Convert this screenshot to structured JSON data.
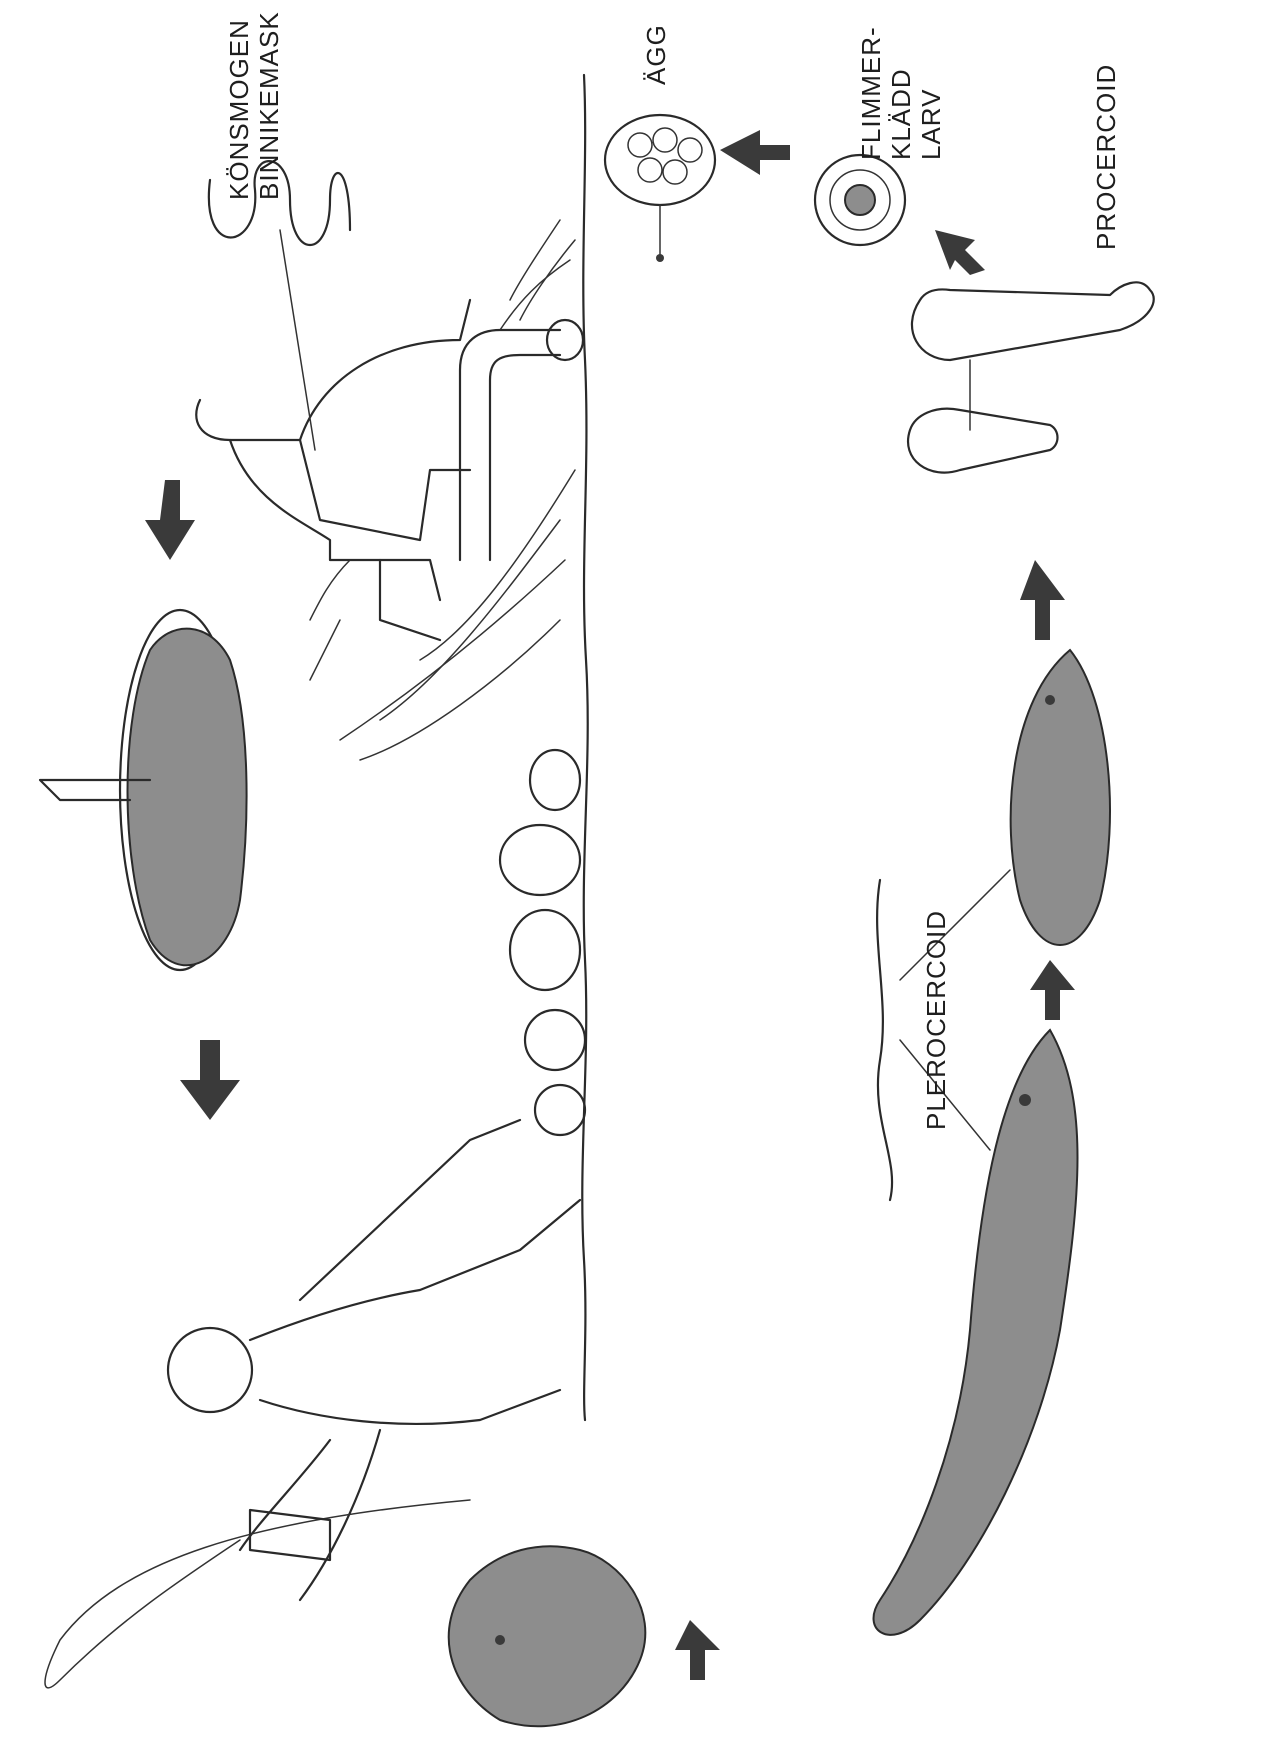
{
  "labels": {
    "adult_worm": "KÖNSMOGEN BINNIKEMASK",
    "adult_worm_line1": "KÖNSMOGEN",
    "adult_worm_line2": "BINNIKEMASK",
    "eggs": "ÄGG",
    "larva": "FLIMMER- KLÄDD LARV",
    "larva_line1": "FLIMMER-",
    "larva_line2": "KLÄDD",
    "larva_line3": "LARV",
    "procercoid": "PROCERCOID",
    "plerocercoid": "PLEROCERCOID"
  },
  "colors": {
    "ink": "#2a2a2a",
    "fish_fill": "#8d8d8d",
    "background": "#ffffff"
  }
}
